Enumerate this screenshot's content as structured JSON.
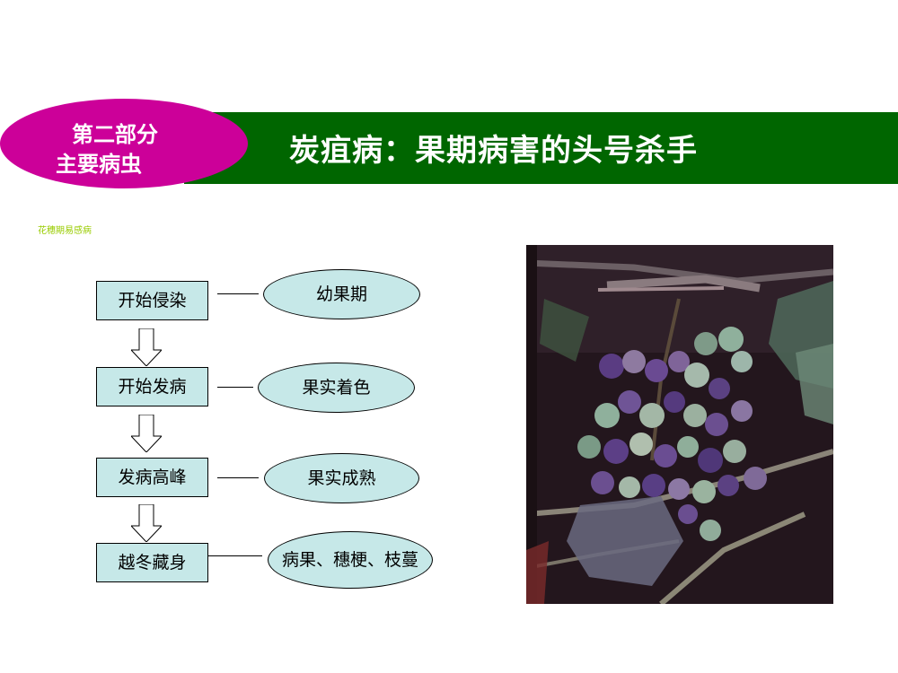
{
  "header": {
    "section_line1": "第二部分",
    "section_line2": "主要病虫",
    "title": "炭疽病：果期病害的头号杀手"
  },
  "note": "花穗期易感病",
  "flow": {
    "stages": [
      "开始侵染",
      "开始发病",
      "发病高峰",
      "越冬藏身"
    ],
    "periods": [
      "幼果期",
      "果实着色",
      "果实成熟",
      "病果、穗梗、枝蔓"
    ]
  },
  "colors": {
    "title_bar": "#006600",
    "section_ellipse": "#cc0099",
    "box_fill": "#c6e8e8",
    "note_text": "#99cc00"
  }
}
